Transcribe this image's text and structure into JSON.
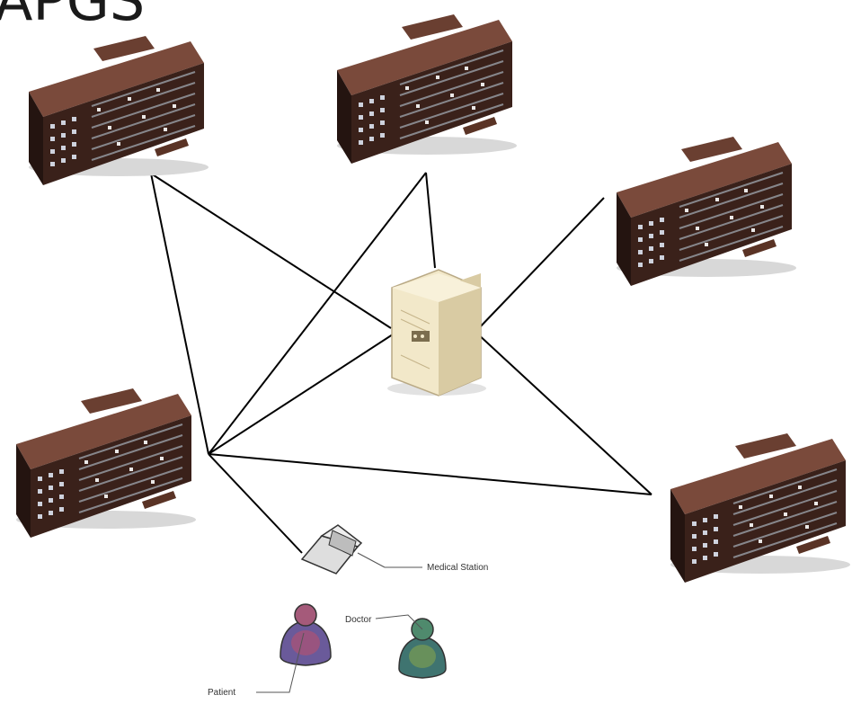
{
  "title": "APGS",
  "labels": {
    "medical_station": "Medical Station",
    "doctor": "Doctor",
    "patient": "Patient"
  },
  "colors": {
    "building_front": "#3a211a",
    "building_roof": "#7a4a3b",
    "window_lit": "#e8f1ff",
    "server": "#f2e8c9",
    "link_line": "#000000",
    "patient_figure": "#8a4e80",
    "doctor_figure": "#3f7470"
  }
}
